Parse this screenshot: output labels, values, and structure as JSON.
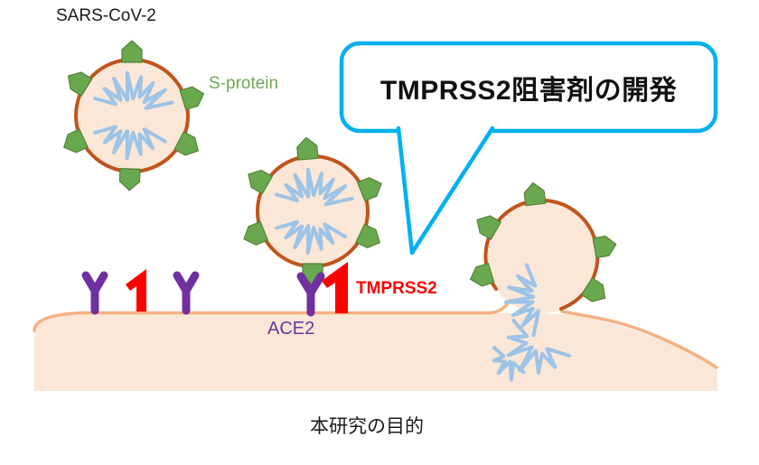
{
  "labels": {
    "virus_name": "SARS-CoV-2",
    "s_protein": "S-protein",
    "tmprss2": "TMPRSS2",
    "ace2": "ACE2"
  },
  "bubble": {
    "text": "TMPRSS2阻害剤の開発"
  },
  "caption": "本研究の目的",
  "colors": {
    "virus_outline": "#c0541c",
    "virus_fill": "#fbe7d7",
    "membrane_fill": "#fbe7d7",
    "membrane_stroke": "#f4b183",
    "spike_green": "#6aa84f",
    "spike_edge": "#538136",
    "rna_blue": "#9dc3e6",
    "receptor_purple": "#7030a0",
    "tmprss2_red": "#ff0000",
    "bubble_border": "#00b0f0",
    "text_black": "#1a1a1a"
  },
  "icons": {
    "spike": "spike-protein-icon",
    "receptor": "ace2-receptor-icon",
    "protease": "tmprss2-protease-icon",
    "rna": "viral-rna-icon"
  }
}
